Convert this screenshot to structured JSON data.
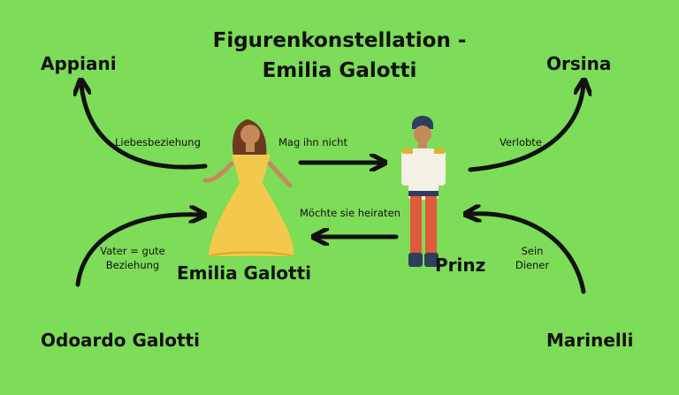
{
  "title": {
    "line1": "Figurenkonstellation -",
    "line2": "Emilia Galotti"
  },
  "characters": {
    "appiani": "Appiani",
    "orsina": "Orsina",
    "emilia": "Emilia Galotti",
    "prinz": "Prinz",
    "odoardo": "Odoardo Galotti",
    "marinelli": "Marinelli"
  },
  "relations": {
    "liebesbeziehung": "Liebesbeziehung",
    "mag_ihn_nicht": "Mag ihn nicht",
    "verlobte": "Verlobte",
    "moechte_sie_heiraten": "Möchte sie heiraten",
    "vater_line1": "Vater = gute",
    "vater_line2": "Beziehung",
    "diener_line1": "Sein",
    "diener_line2": "Diener"
  },
  "colors": {
    "background": "#7ddc58",
    "arrow": "#111111",
    "dress": "#f2c94c",
    "prince_jacket": "#f5f0e6",
    "prince_trousers": "#e05a3c"
  }
}
